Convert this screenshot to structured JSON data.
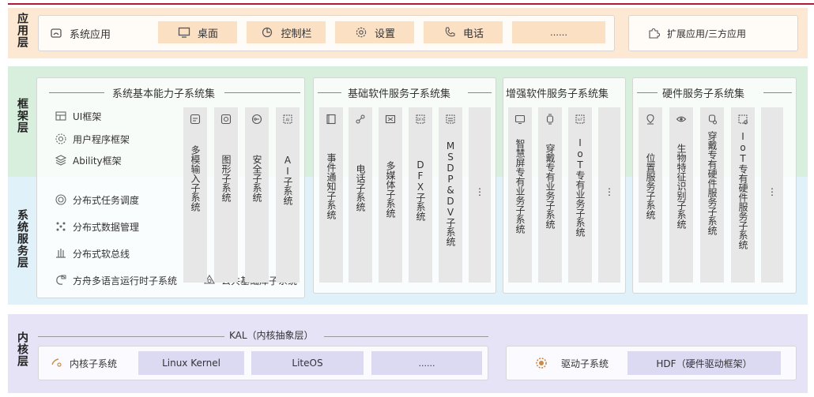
{
  "colors": {
    "app": "#fde9d3",
    "framework": "#d8efdd",
    "system": "#e0f1fa",
    "kernel": "#e6e3f7",
    "accent": "#b31b3a"
  },
  "app_layer": {
    "label": "应用层",
    "items": [
      {
        "label": "系统应用",
        "icon": "system-app-icon"
      },
      {
        "label": "桌面",
        "icon": "desktop-icon"
      },
      {
        "label": "控制栏",
        "icon": "control-bar-icon"
      },
      {
        "label": "设置",
        "icon": "settings-gear-icon"
      },
      {
        "label": "电话",
        "icon": "phone-icon"
      },
      {
        "label": "……",
        "icon": ""
      },
      {
        "label": "扩展应用/三方应用",
        "icon": "extension-puzzle-icon"
      }
    ]
  },
  "framework_label": "框架层",
  "system_label": "系统服务层",
  "basic": {
    "title": "系统基本能力子系统集",
    "framework_items": [
      {
        "label": "UI框架",
        "icon": "ui-framework-icon"
      },
      {
        "label": "用户程序框架",
        "icon": "user-program-icon"
      },
      {
        "label": "Ability框架",
        "icon": "ability-icon"
      }
    ],
    "service_items": [
      {
        "label": "分布式任务调度",
        "icon": "task-schedule-icon"
      },
      {
        "label": "分布式数据管理",
        "icon": "data-management-icon"
      },
      {
        "label": "分布式软总线",
        "icon": "soft-bus-icon"
      },
      {
        "label": "方舟多语言运行时子系统",
        "icon": "ark-runtime-icon"
      },
      {
        "label": "公共基础库子系统",
        "icon": "common-lib-icon"
      }
    ],
    "columns": [
      "多模输入子系统",
      "图形子系统",
      "安全子系统",
      "AI子系统"
    ]
  },
  "software": {
    "title": "基础软件服务子系统集",
    "columns": [
      "事件通知子系统",
      "电话子系统",
      "多媒体子系统",
      "DFX子系统",
      "MSDP&DV子系统",
      "⋮"
    ]
  },
  "enhanced": {
    "title": "增强软件服务子系统集",
    "columns": [
      "智慧屏专有业务子系统",
      "穿戴专有业务子系统",
      "IoT专有业务子系统",
      "⋮"
    ]
  },
  "hardware": {
    "title": "硬件服务子系统集",
    "columns": [
      "位置服务子系统",
      "生物特征识别子系统",
      "穿戴专有硬件服务子系统",
      "IoT专有硬件服务子系统",
      "⋮"
    ]
  },
  "kernel": {
    "label": "内核层",
    "kal": "KAL（内核抽象层）",
    "kernel_subsystem": "内核子系统",
    "items": [
      "Linux Kernel",
      "LiteOS",
      "......"
    ],
    "driver_subsystem": "驱动子系统",
    "hdf": "HDF（硬件驱动框架）"
  }
}
